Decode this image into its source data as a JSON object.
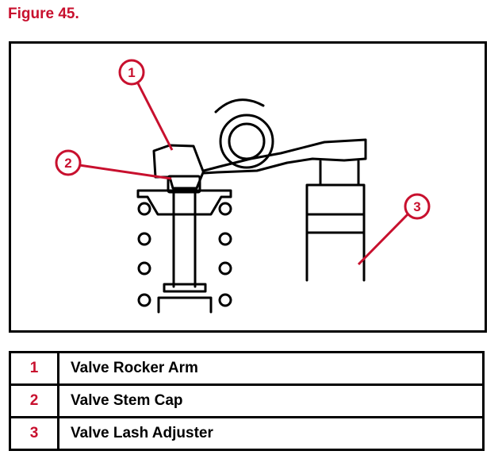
{
  "figure": {
    "title": "Figure 45."
  },
  "callouts": [
    {
      "number": "1"
    },
    {
      "number": "2"
    },
    {
      "number": "3"
    }
  ],
  "legend": [
    {
      "number": "1",
      "label": "Valve Rocker Arm"
    },
    {
      "number": "2",
      "label": "Valve Stem Cap"
    },
    {
      "number": "3",
      "label": "Valve Lash Adjuster"
    }
  ],
  "colors": {
    "callout": "#c8102e",
    "line": "#000000"
  }
}
